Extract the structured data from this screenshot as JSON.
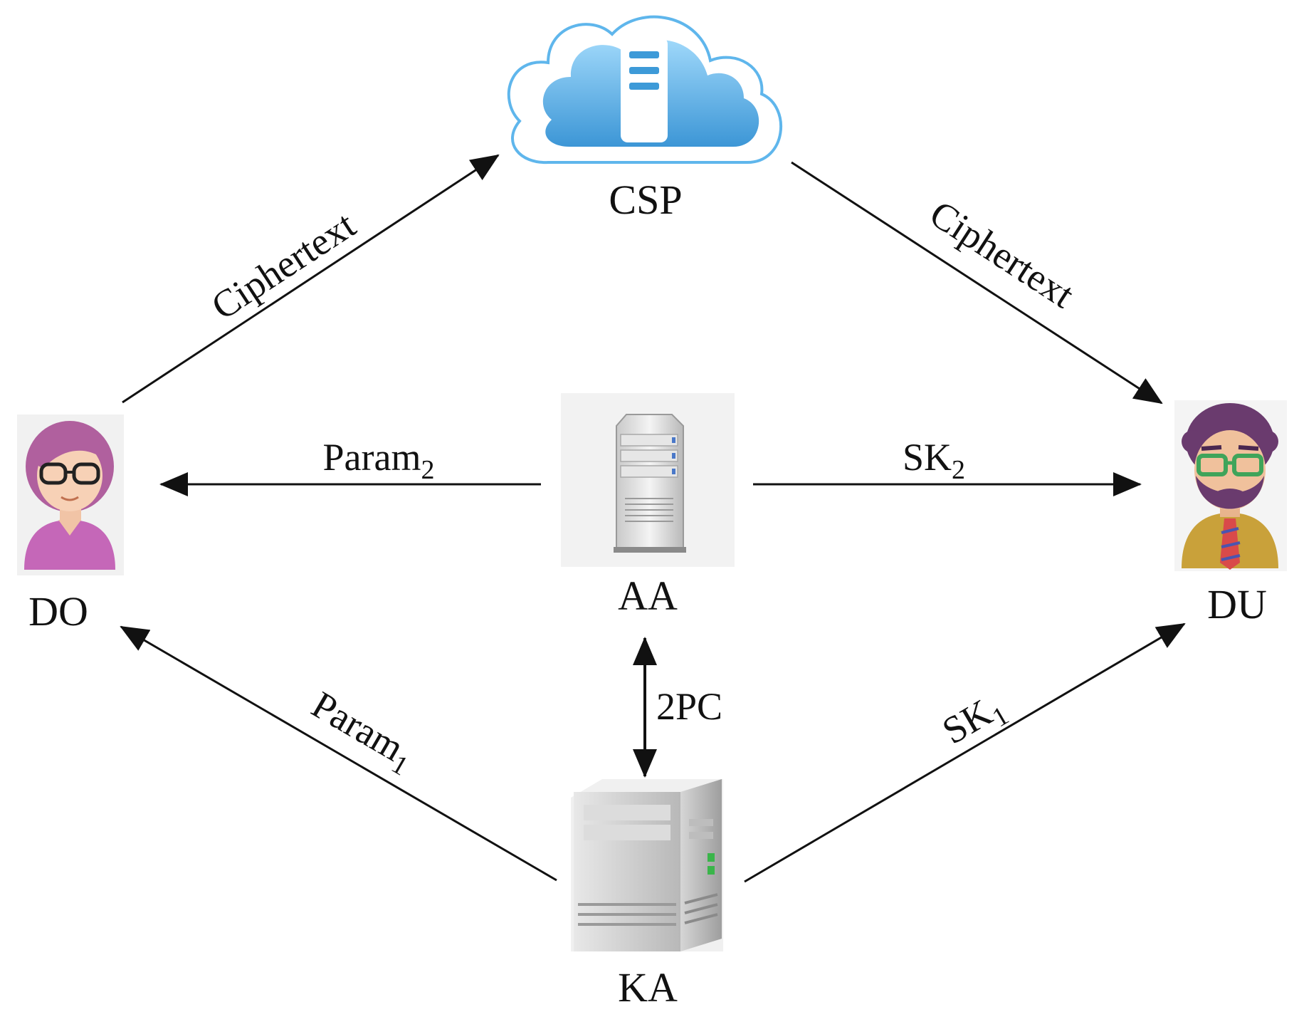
{
  "nodes": {
    "csp": {
      "label": "CSP",
      "icon": "cloud-server-icon"
    },
    "do": {
      "label": "DO",
      "icon": "female-user-avatar-icon"
    },
    "du": {
      "label": "DU",
      "icon": "male-user-avatar-icon"
    },
    "aa": {
      "label": "AA",
      "icon": "server-tower-icon"
    },
    "ka": {
      "label": "KA",
      "icon": "server-tower-icon"
    }
  },
  "edges": {
    "do_to_csp": {
      "label": "Ciphertext",
      "from": "DO",
      "to": "CSP"
    },
    "csp_to_du": {
      "label": "Ciphertext",
      "from": "CSP",
      "to": "DU"
    },
    "aa_to_do": {
      "label": "Param",
      "sub": "2",
      "from": "AA",
      "to": "DO"
    },
    "aa_to_du": {
      "label": "SK",
      "sub": "2",
      "from": "AA",
      "to": "DU"
    },
    "aa_ka": {
      "label": "2PC",
      "from": "AA",
      "to": "KA",
      "bidirectional": true
    },
    "ka_to_do": {
      "label": "Param",
      "sub": "1",
      "from": "KA",
      "to": "DO"
    },
    "ka_to_du": {
      "label": "SK",
      "sub": "1",
      "from": "KA",
      "to": "DU"
    }
  },
  "colors": {
    "cloud_gradient_top": "#8fd0f7",
    "cloud_gradient_bottom": "#3d9ad8",
    "do_hair": "#b0609e",
    "do_shirt": "#c567b8",
    "du_hair": "#6a3b6e",
    "du_shirt": "#c9a13a",
    "du_glasses": "#3fa45a",
    "server_led_green": "#3ab54a",
    "arrow": "#111111"
  }
}
